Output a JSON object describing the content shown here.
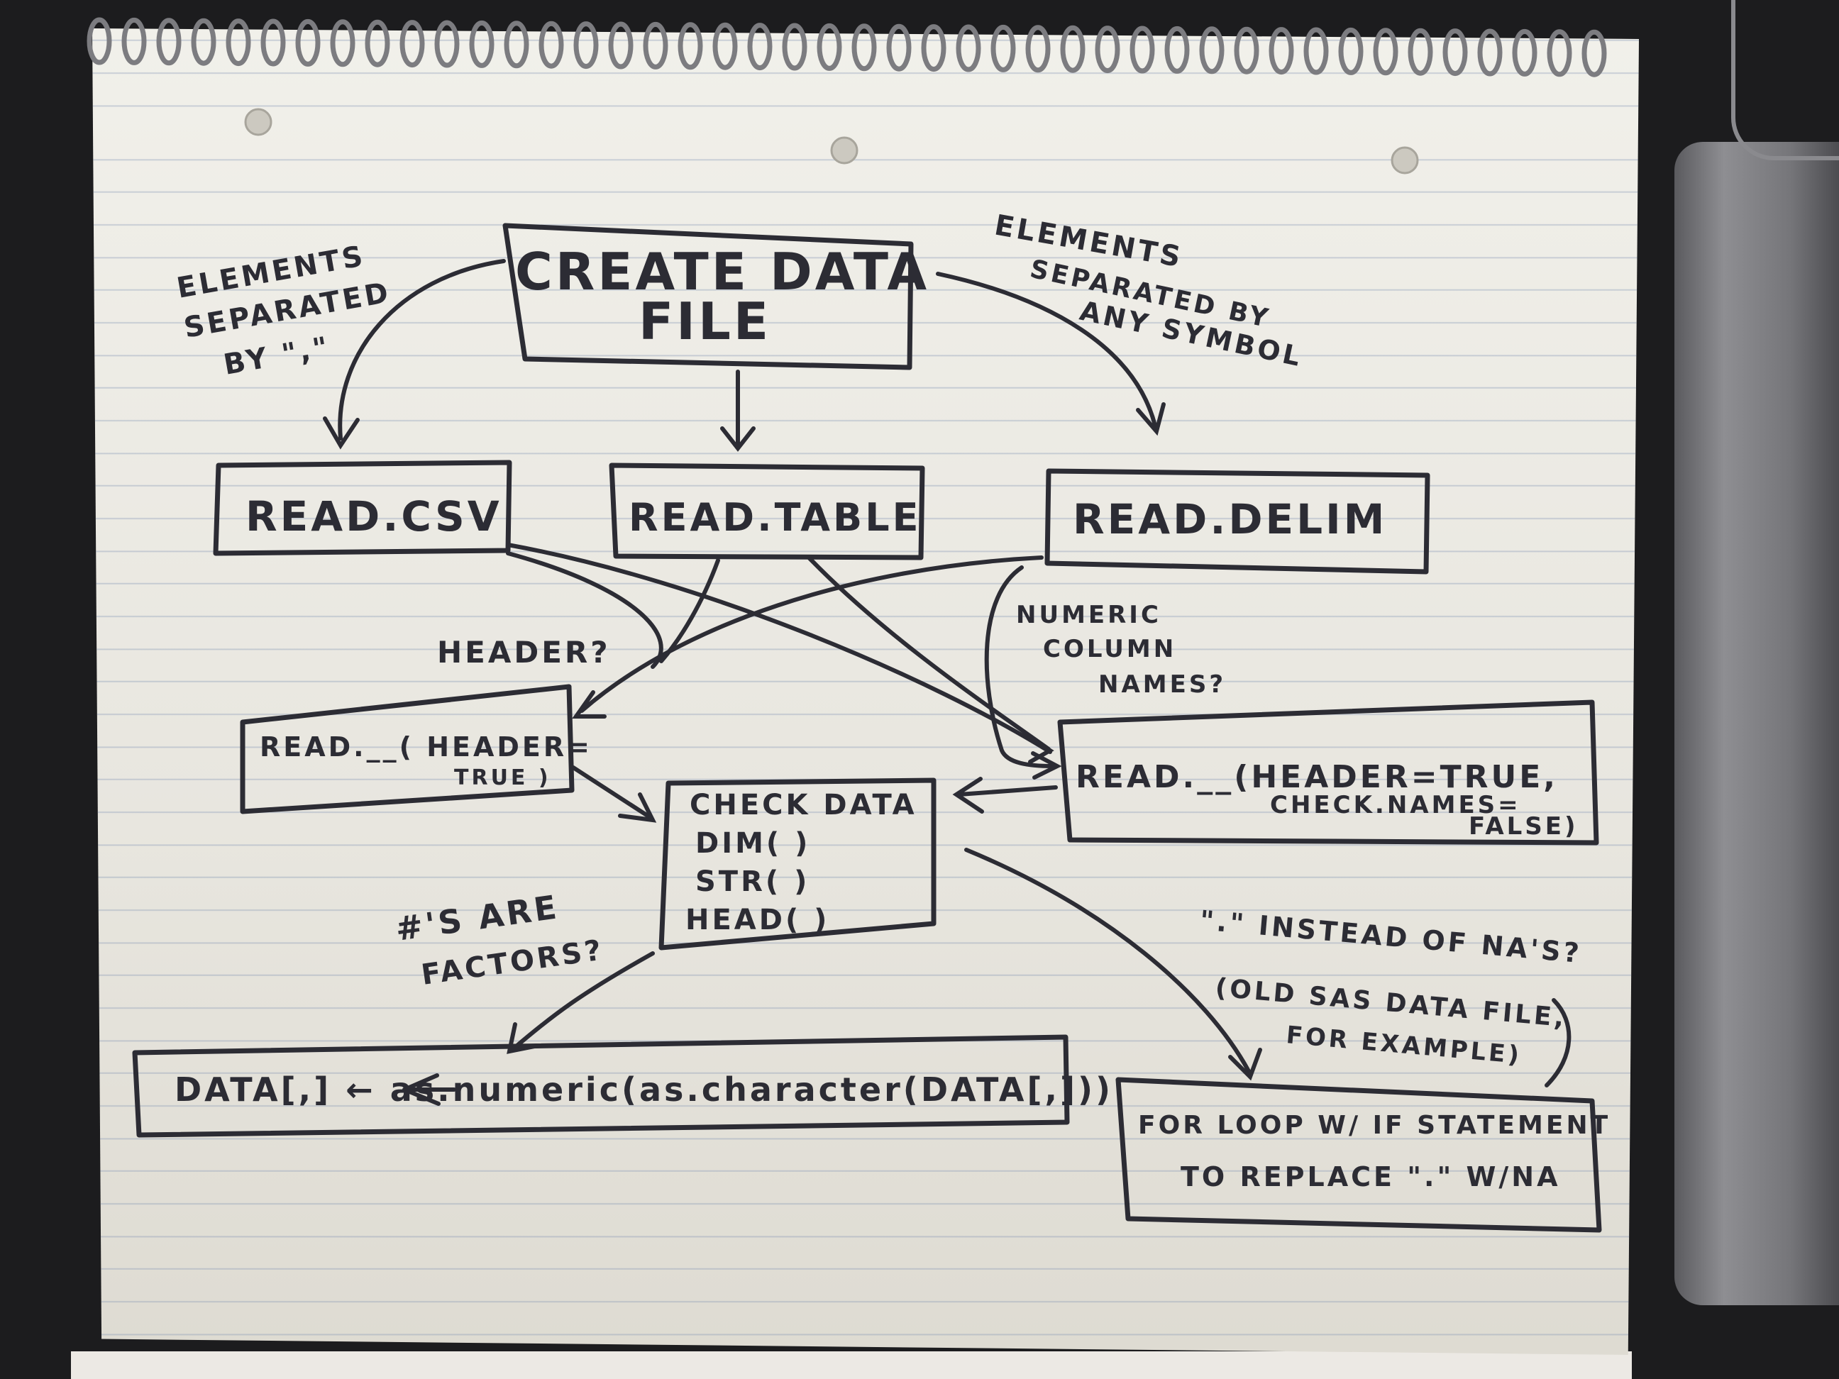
{
  "diagram": {
    "nodes": {
      "create": {
        "line1": "CREATE DATA",
        "line2": "FILE"
      },
      "read_csv": {
        "label": "READ.CSV"
      },
      "read_table": {
        "label": "READ.TABLE"
      },
      "read_delim": {
        "label": "READ.DELIM"
      },
      "read_header": {
        "line1": "READ.__( HEADER=",
        "line2": "TRUE )"
      },
      "read_header_names": {
        "line1": "READ.__(HEADER=TRUE,",
        "line2": "CHECK.NAMES=",
        "line3": "FALSE)"
      },
      "check_data": {
        "line1": "CHECK DATA",
        "line2": "DIM( )",
        "line3": "STR( )",
        "line4": "HEAD( )"
      },
      "data_convert": {
        "label": "DATA[,] ← as.numeric(as.character(DATA[,]))"
      },
      "for_loop": {
        "line1": "FOR LOOP W/ IF STATEMENT",
        "line2": "TO REPLACE \".\" W/NA"
      }
    },
    "annotations": {
      "comma_sep": {
        "line1": "ELEMENTS",
        "line2": "SEPARATED",
        "line3": "BY \",\""
      },
      "any_sep": {
        "line1": "ELEMENTS",
        "line2": "SEPARATED BY",
        "line3": "ANY SYMBOL"
      },
      "header_q": {
        "text": "HEADER?"
      },
      "numeric_cols": {
        "line1": "NUMERIC",
        "line2": "COLUMN",
        "line3": "NAMES?"
      },
      "factors_q": {
        "line1": "#'S ARE",
        "line2": "FACTORS?"
      },
      "na_q": {
        "line1": "\".\" INSTEAD OF NA'S?",
        "line2": "(OLD SAS DATA FILE,",
        "line3": "FOR EXAMPLE)"
      }
    },
    "ink_color": "#2c2c34"
  }
}
